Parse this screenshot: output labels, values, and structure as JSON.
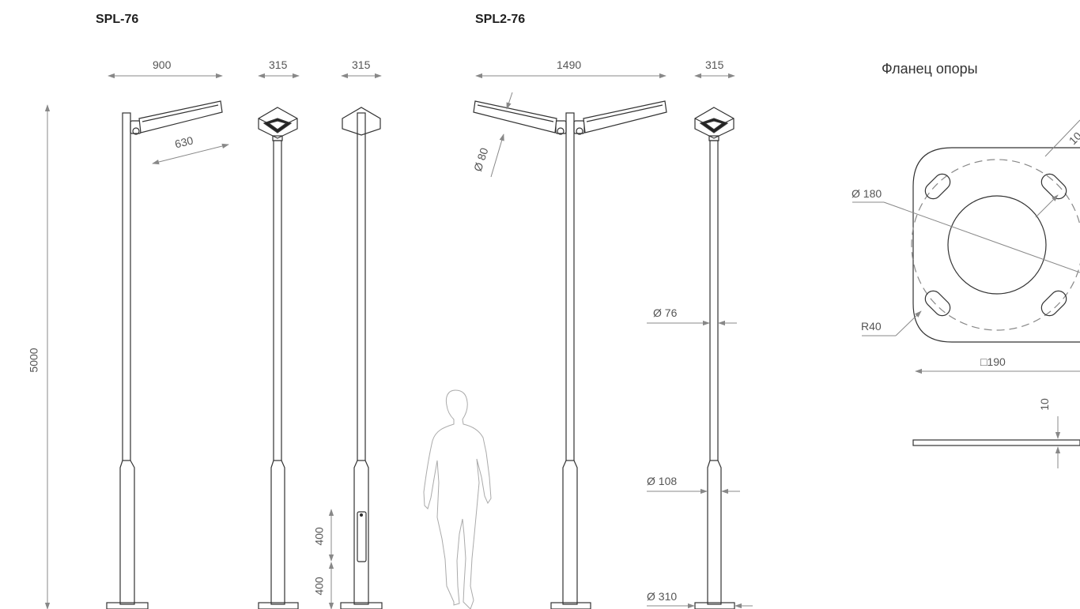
{
  "models": {
    "spl": "SPL-76",
    "spl2": "SPL2-76"
  },
  "flange": {
    "title": "Фланец опоры",
    "d180": "Ø 180",
    "r40": "R40",
    "square": "□190",
    "thickness": "10",
    "slot": "10"
  },
  "dims": {
    "w900": "900",
    "w315_a": "315",
    "w315_b": "315",
    "w1490": "1490",
    "w315_c": "315",
    "arm630": "630",
    "d80": "Ø 80",
    "h5000": "5000",
    "h400_a": "400",
    "h400_b": "400",
    "d76": "Ø 76",
    "d108": "Ø 108",
    "d310": "Ø 310"
  }
}
